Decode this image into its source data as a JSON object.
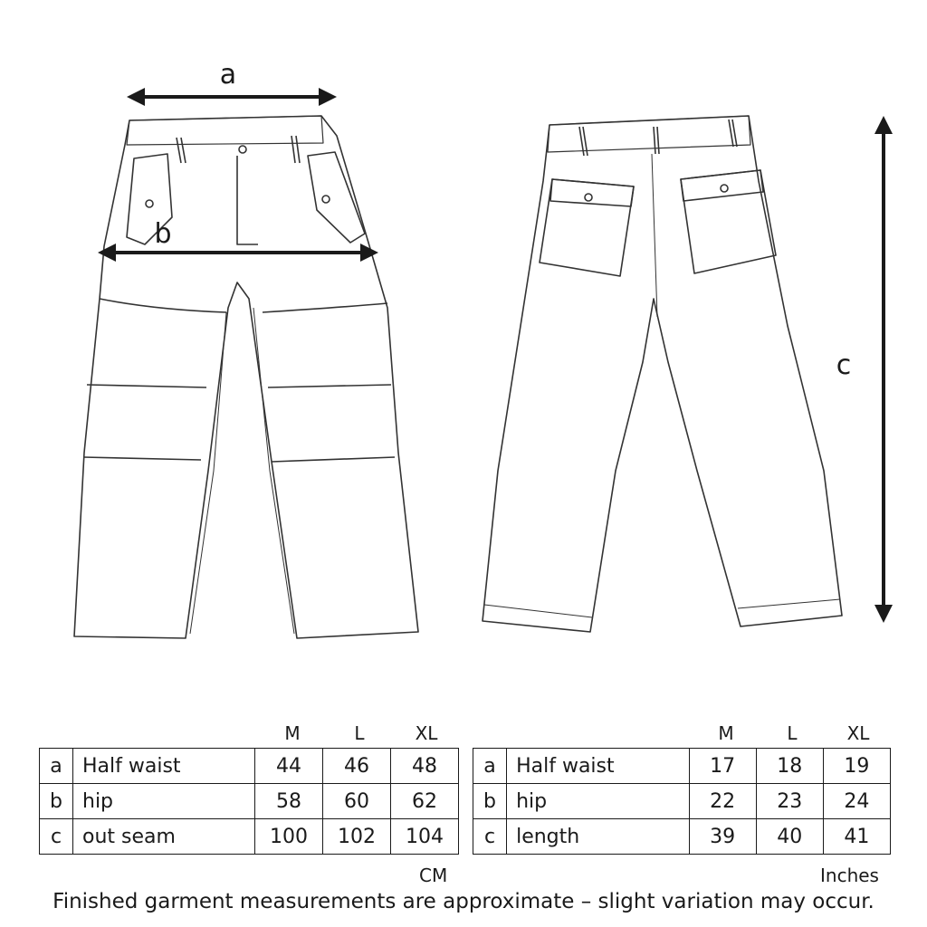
{
  "dimension_labels": {
    "a": "a",
    "b": "b",
    "c": "c"
  },
  "cm_table": {
    "sizes": [
      "M",
      "L",
      "XL"
    ],
    "rows": [
      {
        "code": "a",
        "name": "Half waist",
        "values": [
          "44",
          "46",
          "48"
        ]
      },
      {
        "code": "b",
        "name": "hip",
        "values": [
          "58",
          "60",
          "62"
        ]
      },
      {
        "code": "c",
        "name": "out seam",
        "values": [
          "100",
          "102",
          "104"
        ]
      }
    ],
    "unit": "CM"
  },
  "inch_table": {
    "sizes": [
      "M",
      "L",
      "XL"
    ],
    "rows": [
      {
        "code": "a",
        "name": "Half waist",
        "values": [
          "17",
          "18",
          "19"
        ]
      },
      {
        "code": "b",
        "name": "hip",
        "values": [
          "22",
          "23",
          "24"
        ]
      },
      {
        "code": "c",
        "name": "length",
        "values": [
          "39",
          "40",
          "41"
        ]
      }
    ],
    "unit": "Inches"
  },
  "footnote": "Finished garment measurements are approximate – slight variation may occur."
}
